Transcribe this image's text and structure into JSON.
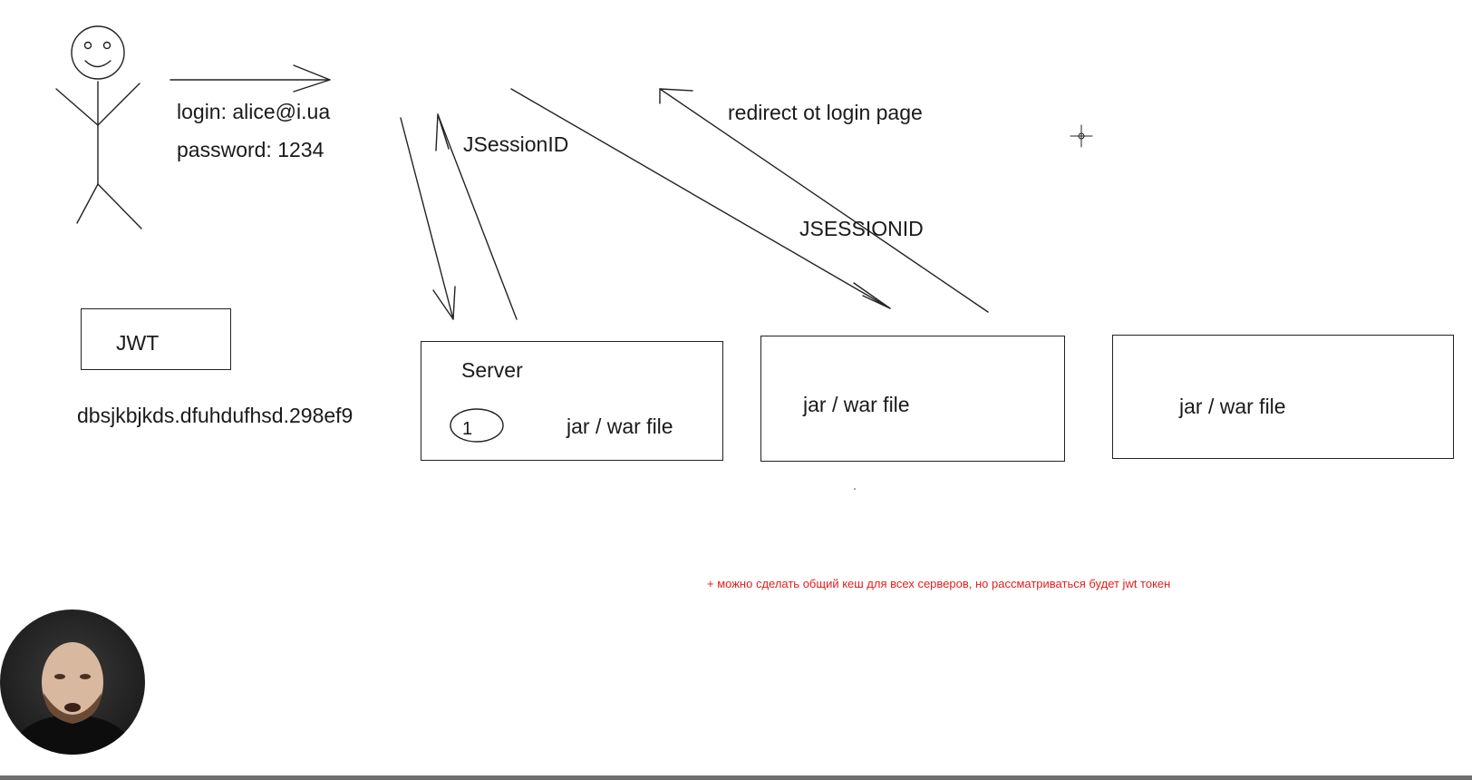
{
  "labels": {
    "login": "login: alice@i.ua",
    "password": "password: 1234",
    "jsession_id": "JSessionID",
    "redirect": "redirect ot login page",
    "jsessionid_upper": "JSESSIONID",
    "jwt": "JWT",
    "token": "dbsjkbjkds.dfuhdufhsd.298ef9"
  },
  "servers": [
    {
      "title": "Server",
      "session_count": "1",
      "artifact": "jar / war file"
    },
    {
      "artifact": "jar / war file"
    },
    {
      "artifact": "jar / war file"
    }
  ],
  "note": "+ можно сделать общий  кеш для всех серверов, но рассматриваться будет jwt токен",
  "colors": {
    "ink": "#1a1a1a",
    "note": "#e0201e",
    "background": "#ffffff"
  }
}
